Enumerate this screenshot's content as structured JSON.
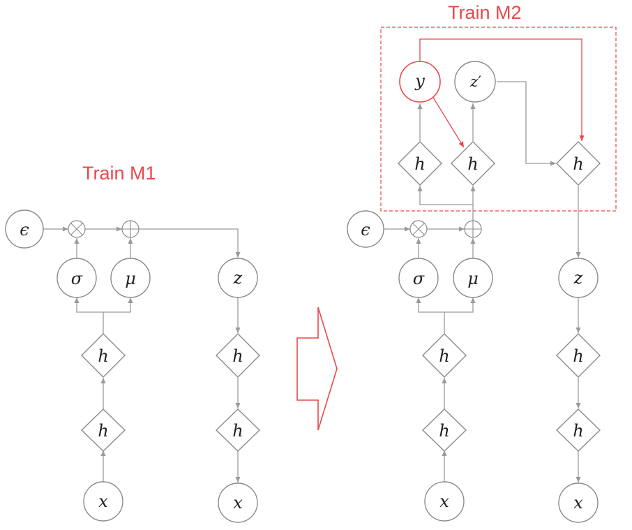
{
  "titles": {
    "train_m1": "Train M1",
    "train_m2": "Train M2"
  },
  "symbols": {
    "epsilon": "ϵ",
    "sigma": "σ",
    "mu": "μ",
    "z": "z",
    "h": "h",
    "x": "x",
    "y": "y",
    "z_prime": "z′"
  },
  "colors": {
    "accent": "#e8484c",
    "node_stroke": "#8a8a8a",
    "edge": "#9a9a9a"
  }
}
